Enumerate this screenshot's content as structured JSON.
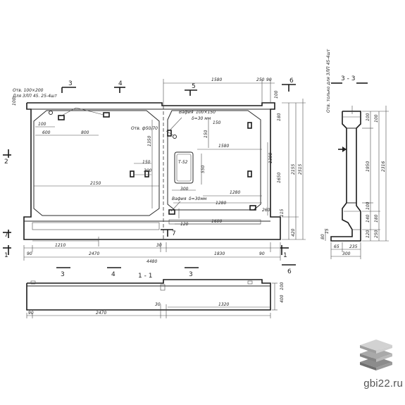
{
  "drawing": {
    "sections": {
      "s3": "3",
      "s4": "4",
      "s5": "5",
      "s6": "6",
      "s7": "7",
      "s1": "1",
      "s2": "2",
      "s33": "3 - 3",
      "s11": "1 - 1"
    },
    "notes": {
      "hole_top": "Отв. 100×200",
      "hole_top2": "Для ЗЛП 45. 25-4шт",
      "hole_round": "Отв. ф50/70",
      "insert1": "Вафия",
      "insert1b": "100×150",
      "insert1c": "δ=30 мм",
      "insert2": "Вафия",
      "insert2b": "δ=30мм",
      "right_note": "Отв. только для ЗЛП 45-4шт",
      "mark_t52": "Т-52"
    },
    "dims": {
      "d100a": "100",
      "d100b": "100",
      "d600": "600",
      "d800": "800",
      "d1350": "1350",
      "d1580": "1580",
      "d250": "250",
      "d90": "90",
      "d100c": "100",
      "d150a": "150",
      "d150b": "150",
      "d300": "300",
      "d1580b": "1580",
      "d2150": "2150",
      "d550": "550",
      "d1280": "1280",
      "d1280b": "1280",
      "d1300": "1300",
      "d1650": "1650",
      "d2155": "2155",
      "d2515": "2515",
      "d180": "180",
      "d1600": "1600",
      "d120": "120",
      "d260": "260",
      "d115": "115",
      "d420": "420",
      "d1210": "1210",
      "d90b": "90",
      "d2470": "2470",
      "d30": "30",
      "d1830": "1830",
      "d90c": "90",
      "d4480": "4480",
      "d30b": "30",
      "d1320": "1320",
      "d90d": "90",
      "d2470b": "2470",
      "d100d": "100",
      "d400": "400",
      "d1950": "1950",
      "d2316": "2316",
      "d65": "65",
      "d235": "235",
      "d300b": "300",
      "d140": "140",
      "d120b": "120",
      "d180b": "180",
      "d15": "15",
      "d80": "80",
      "d100e": "100",
      "d250b": "250",
      "d100f": "100",
      "d100g": "100"
    }
  },
  "brand": {
    "site": "gbi22.ru",
    "logo_icon": "stacked-slabs-icon",
    "logo_colors": [
      "#c9c9c9",
      "#a9a9a9",
      "#8c8c8c"
    ]
  }
}
